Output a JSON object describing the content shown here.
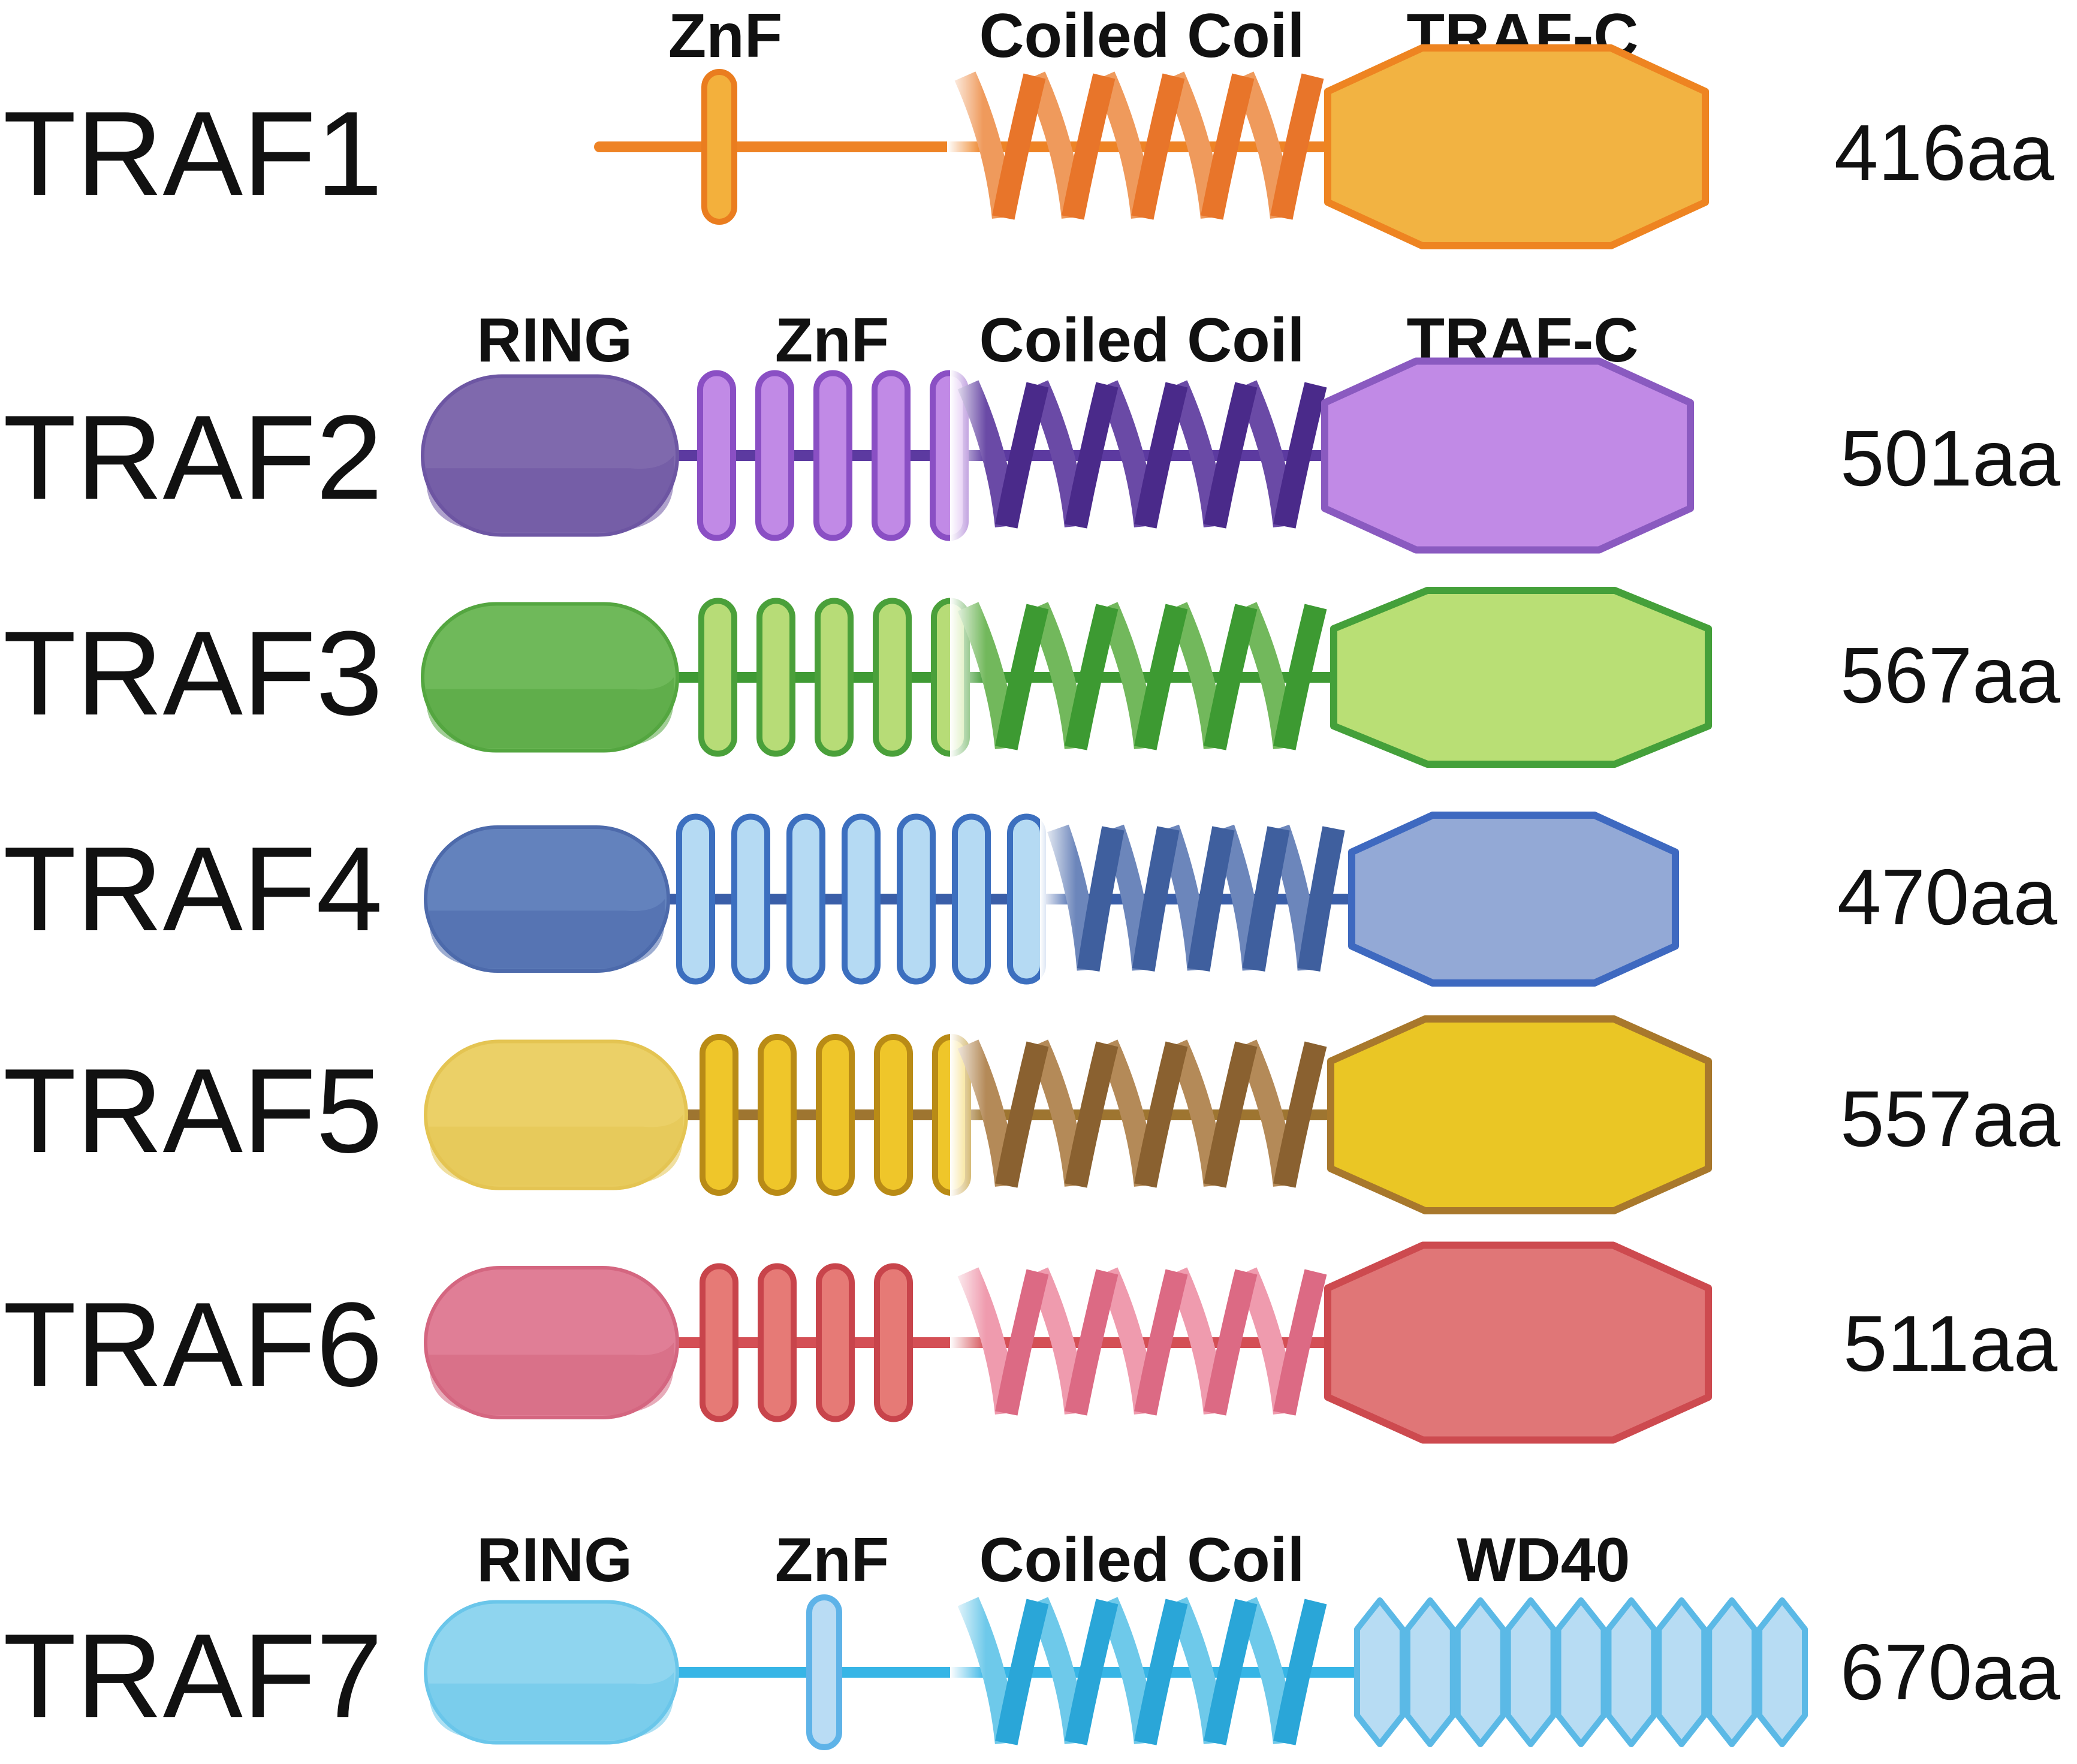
{
  "rows": [
    {
      "name": "TRAF1",
      "length": "416aa",
      "labels": {
        "znf": "ZnF",
        "coil": "Coiled Coil",
        "c": "TRAF-C"
      },
      "colors": {
        "line": "#ee8325",
        "znf_fill": "#f3b03c",
        "znf_stroke": "#ea7d1f",
        "coil_a": "#ef9a5c",
        "coil_b": "#e8752a",
        "c_fill": "#f2b342",
        "c_stroke": "#ee8421"
      }
    },
    {
      "name": "TRAF2",
      "length": "501aa",
      "labels": {
        "ring": "RING",
        "znf": "ZnF",
        "coil": "Coiled Coil",
        "c": "TRAF-C"
      },
      "colors": {
        "line": "#5c3aa0",
        "ring": "#7f69ad",
        "ring_dark": "#6d56a3",
        "znf_fill": "#c18ae6",
        "znf_stroke": "#8a4fc4",
        "coil_a": "#6a4aa6",
        "coil_b": "#4a2a8a",
        "c_fill": "#c18ae6",
        "c_stroke": "#8a5ac0"
      }
    },
    {
      "name": "TRAF3",
      "length": "567aa",
      "colors": {
        "line": "#3f9a34",
        "ring": "#6fb95a",
        "ring_dark": "#54a640",
        "znf_fill": "#b7dc77",
        "znf_stroke": "#4aa03a",
        "coil_a": "#72b85c",
        "coil_b": "#3d9a32",
        "c_fill": "#b9df75",
        "c_stroke": "#44a03a"
      }
    },
    {
      "name": "TRAF4",
      "length": "470aa",
      "colors": {
        "line": "#3a5ea8",
        "ring": "#6382bd",
        "ring_dark": "#4d6aab",
        "znf_fill": "#b5daf3",
        "znf_stroke": "#3c6fbf",
        "coil_a": "#6c86bb",
        "coil_b": "#3f5f9e",
        "c_fill": "#93a9d6",
        "c_stroke": "#3e69c0"
      }
    },
    {
      "name": "TRAF5",
      "length": "557aa",
      "colors": {
        "line": "#9e7530",
        "ring": "#ebd067",
        "ring_dark": "#e4c452",
        "znf_fill": "#efc62a",
        "znf_stroke": "#b98b16",
        "coil_a": "#b48a58",
        "coil_b": "#8a6130",
        "c_fill": "#eac625",
        "c_stroke": "#a8782c"
      }
    },
    {
      "name": "TRAF6",
      "length": "511aa",
      "colors": {
        "line": "#d44f55",
        "ring": "#e07e96",
        "ring_dark": "#d46680",
        "znf_fill": "#e67a76",
        "znf_stroke": "#c8444b",
        "coil_a": "#ef9bae",
        "coil_b": "#dc6a84",
        "c_fill": "#e07677",
        "c_stroke": "#cd4a4f"
      }
    },
    {
      "name": "TRAF7",
      "length": "670aa",
      "labels": {
        "ring": "RING",
        "znf": "ZnF",
        "coil": "Coiled Coil",
        "c": "WD40"
      },
      "colors": {
        "line": "#36b5e6",
        "ring": "#8fd5ef",
        "ring_dark": "#6ac6ea",
        "znf_fill": "#b9dcf4",
        "znf_stroke": "#5eb3e8",
        "coil_a": "#6ec9ea",
        "coil_b": "#2aa6d8",
        "c_fill": "#b7dcf3",
        "c_stroke": "#5bb9e6"
      }
    }
  ]
}
